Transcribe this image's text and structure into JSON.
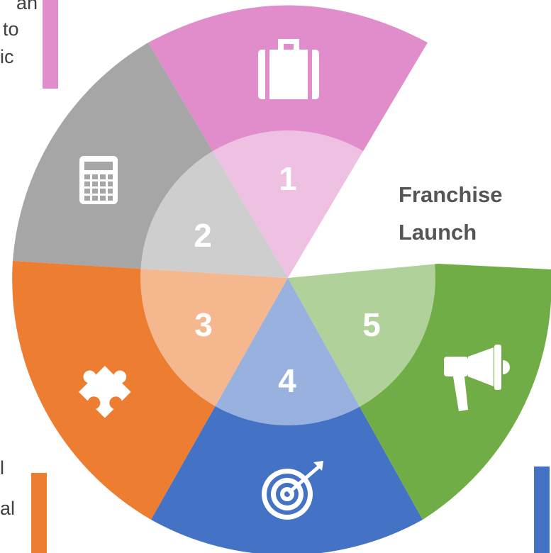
{
  "title": {
    "line1": "Franchise",
    "line2": "Launch"
  },
  "segments": [
    {
      "number": "1",
      "color": "#E18CCB",
      "icon": "briefcase-icon"
    },
    {
      "number": "2",
      "color": "#A6A6A6",
      "icon": "calculator-icon"
    },
    {
      "number": "3",
      "color": "#ED7D31",
      "icon": "puzzle-icon"
    },
    {
      "number": "4",
      "color": "#4472C4",
      "icon": "target-icon"
    },
    {
      "number": "5",
      "color": "#70AD47",
      "icon": "megaphone-icon"
    }
  ],
  "side_text": {
    "top_left": [
      "an",
      "to",
      "ic"
    ],
    "bottom_left": [
      "l",
      "al"
    ]
  }
}
